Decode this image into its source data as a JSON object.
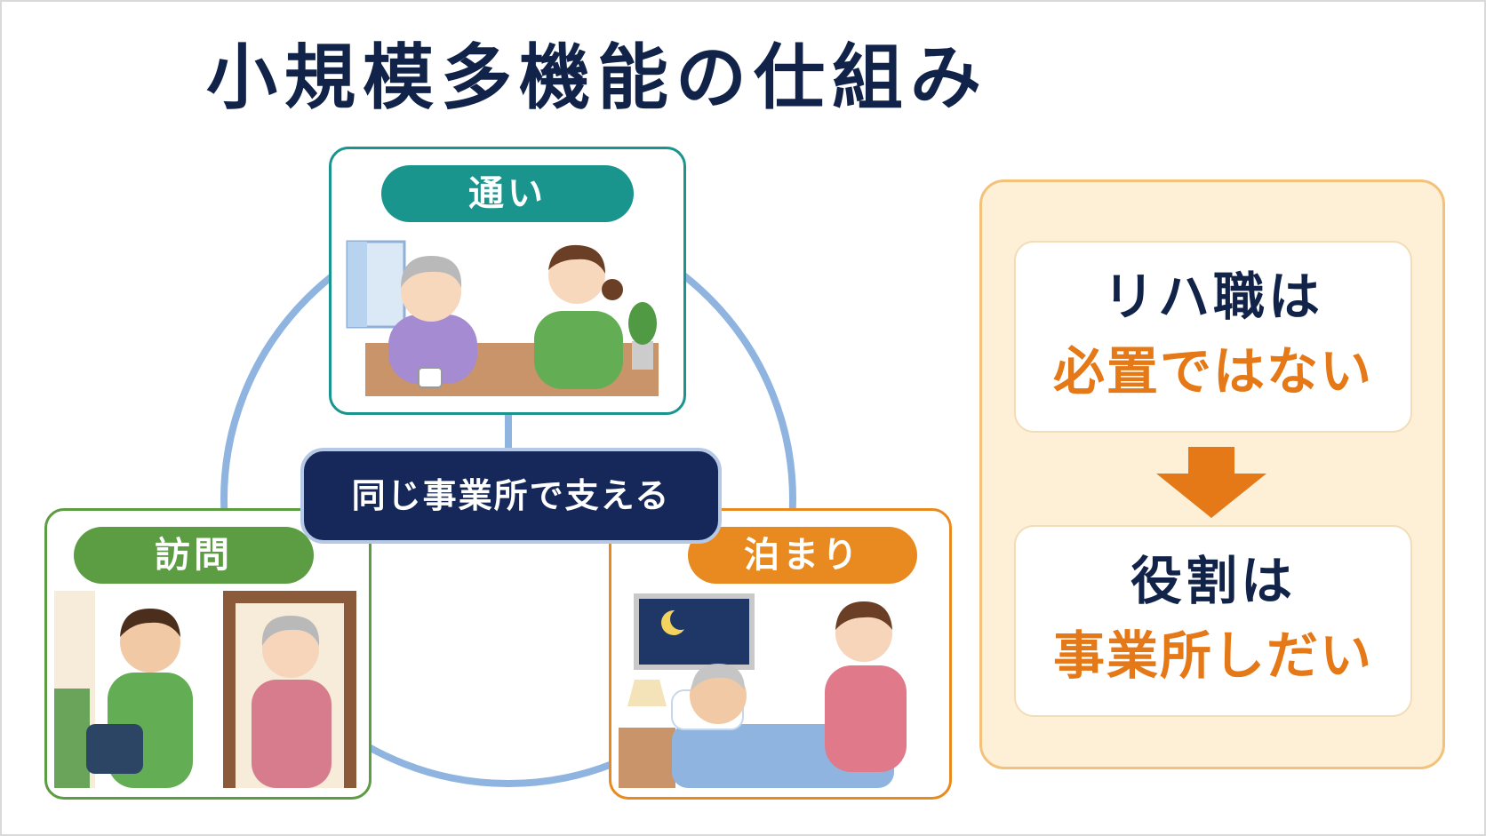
{
  "title": "小規模多機能の仕組み",
  "services": {
    "kayoi": {
      "label": "通い",
      "color": "#1a958e"
    },
    "houmon": {
      "label": "訪問",
      "color": "#5c9c42"
    },
    "tomari": {
      "label": "泊まり",
      "color": "#e88a1f"
    }
  },
  "center": {
    "label": "同じ事業所で支える"
  },
  "right_panel": {
    "box1": {
      "line1": "リハ職は",
      "line2": "必置ではない"
    },
    "box2": {
      "line1": "役割は",
      "line2": "事業所しだい"
    },
    "arrow_icon": "arrow-down-icon"
  },
  "colors": {
    "navy": "#12234a",
    "orange": "#e57817",
    "ring": "#8fb4e0"
  }
}
